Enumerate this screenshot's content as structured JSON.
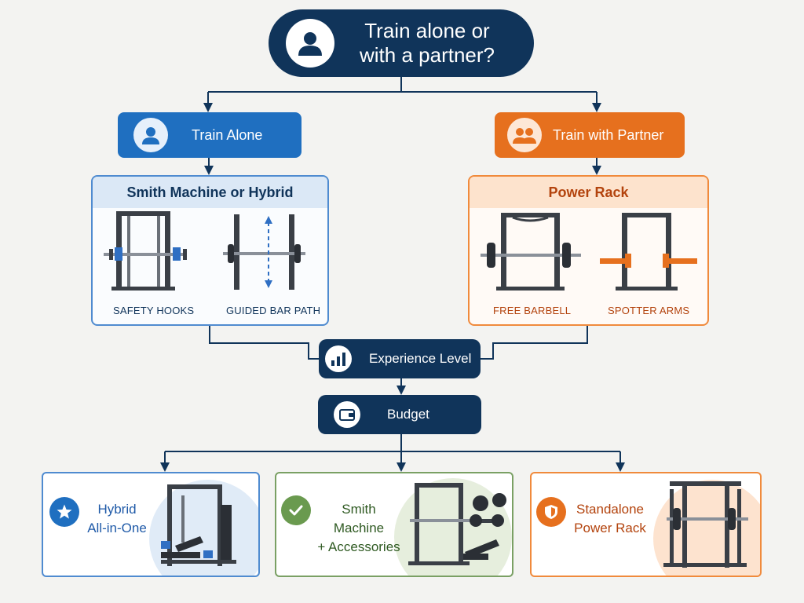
{
  "question": {
    "line1": "Train alone or",
    "line2": "with a partner?",
    "icon": "user-icon"
  },
  "branches": {
    "alone": {
      "label": "Train Alone",
      "icon": "user-icon",
      "color": "#1f6fc0"
    },
    "partner": {
      "label": "Train with Partner",
      "icon": "users-icon",
      "color": "#e6701e"
    }
  },
  "panels": {
    "solo": {
      "title": "Smith Machine or Hybrid",
      "captions": [
        "SAFETY HOOKS",
        "GUIDED BAR PATH"
      ]
    },
    "partner": {
      "title": "Power Rack",
      "captions": [
        "FREE BARBELL",
        "SPOTTER ARMS"
      ]
    }
  },
  "experience": {
    "label": "Experience Level",
    "icon": "bar-chart-icon"
  },
  "budget": {
    "label": "Budget",
    "icon": "wallet-icon"
  },
  "results": [
    {
      "line1": "Hybrid",
      "line2": "All-in-One",
      "icon": "star-icon",
      "color": "#1f6fc0"
    },
    {
      "line1": "Smith Machine",
      "line2": "+ Accessories",
      "icon": "check-icon",
      "color": "#6a9a4f"
    },
    {
      "line1": "Standalone",
      "line2": "Power Rack",
      "icon": "shield-icon",
      "color": "#e6701e"
    }
  ]
}
